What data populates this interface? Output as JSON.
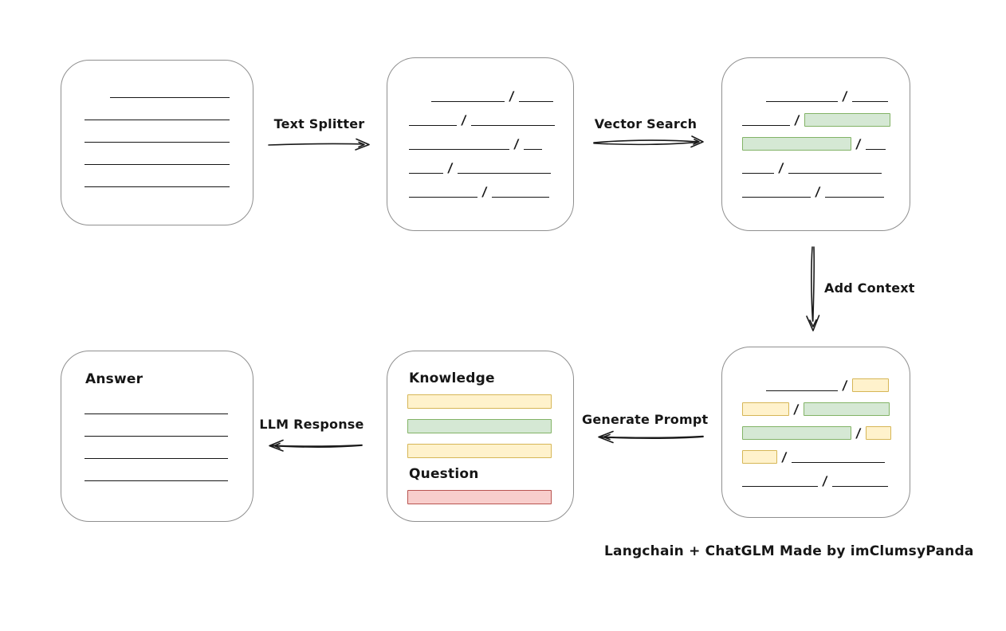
{
  "colors": {
    "green_fill": "#d5e8d4",
    "green_stroke": "#82b366",
    "yellow_fill": "#fff2cc",
    "yellow_stroke": "#d6b656",
    "red_fill": "#f8cecc",
    "red_stroke": "#b85450",
    "box_stroke": "#8f8f8f",
    "ink": "#1a1a1a"
  },
  "labels": {
    "text_splitter": "Text Splitter",
    "vector_search": "Vector Search",
    "add_context": "Add Context",
    "generate_prompt": "Generate Prompt",
    "llm_response": "LLM Response"
  },
  "source_document": {
    "lines": [
      {
        "indent": 32,
        "w": 150
      },
      {
        "indent": 0,
        "w": 182
      },
      {
        "indent": 0,
        "w": 182
      },
      {
        "indent": 0,
        "w": 182
      },
      {
        "indent": 0,
        "w": 182
      }
    ]
  },
  "split_chunks": {
    "rows": [
      [
        {
          "t": "gap",
          "w": 28
        },
        {
          "t": "line",
          "w": 92
        },
        {
          "t": "slash"
        },
        {
          "t": "line",
          "w": 43
        }
      ],
      [
        {
          "t": "line",
          "w": 60
        },
        {
          "t": "slash"
        },
        {
          "t": "line",
          "w": 105
        }
      ],
      [
        {
          "t": "line",
          "w": 126
        },
        {
          "t": "slash"
        },
        {
          "t": "line",
          "w": 23
        }
      ],
      [
        {
          "t": "line",
          "w": 43
        },
        {
          "t": "slash"
        },
        {
          "t": "line",
          "w": 117
        }
      ],
      [
        {
          "t": "line",
          "w": 86
        },
        {
          "t": "slash"
        },
        {
          "t": "line",
          "w": 72
        }
      ]
    ]
  },
  "search_results": {
    "rows": [
      [
        {
          "t": "gap",
          "w": 30
        },
        {
          "t": "line",
          "w": 90
        },
        {
          "t": "slash"
        },
        {
          "t": "line",
          "w": 45
        }
      ],
      [
        {
          "t": "line",
          "w": 60
        },
        {
          "t": "slash"
        },
        {
          "t": "green",
          "w": 106
        }
      ],
      [
        {
          "t": "green",
          "w": 135
        },
        {
          "t": "slash"
        },
        {
          "t": "line",
          "w": 25
        }
      ],
      [
        {
          "t": "line",
          "w": 40
        },
        {
          "t": "slash"
        },
        {
          "t": "line",
          "w": 117
        }
      ],
      [
        {
          "t": "line",
          "w": 86
        },
        {
          "t": "slash"
        },
        {
          "t": "line",
          "w": 74
        }
      ]
    ]
  },
  "context_chunks": {
    "rows": [
      [
        {
          "t": "gap",
          "w": 30
        },
        {
          "t": "line",
          "w": 90
        },
        {
          "t": "slash"
        },
        {
          "t": "yellow",
          "w": 44
        }
      ],
      [
        {
          "t": "yellow",
          "w": 57
        },
        {
          "t": "slash"
        },
        {
          "t": "green",
          "w": 106
        }
      ],
      [
        {
          "t": "green",
          "w": 135
        },
        {
          "t": "slash"
        },
        {
          "t": "yellow",
          "w": 30
        }
      ],
      [
        {
          "t": "yellow",
          "w": 42
        },
        {
          "t": "slash"
        },
        {
          "t": "line",
          "w": 117
        }
      ],
      [
        {
          "t": "line",
          "w": 95
        },
        {
          "t": "slash"
        },
        {
          "t": "line",
          "w": 70
        }
      ]
    ]
  },
  "prompt_box": {
    "knowledge_label": "Knowledge",
    "knowledge_bars": [
      {
        "t": "yellow"
      },
      {
        "t": "green"
      },
      {
        "t": "yellow"
      }
    ],
    "question_label": "Question",
    "question_bars": [
      {
        "t": "red"
      }
    ]
  },
  "answer_box": {
    "label": "Answer",
    "lines": [
      {
        "indent": 0,
        "w": 180
      },
      {
        "indent": 0,
        "w": 180
      },
      {
        "indent": 0,
        "w": 180
      },
      {
        "indent": 0,
        "w": 180
      }
    ]
  },
  "caption": "Langchain + ChatGLM Made by imClumsyPanda"
}
